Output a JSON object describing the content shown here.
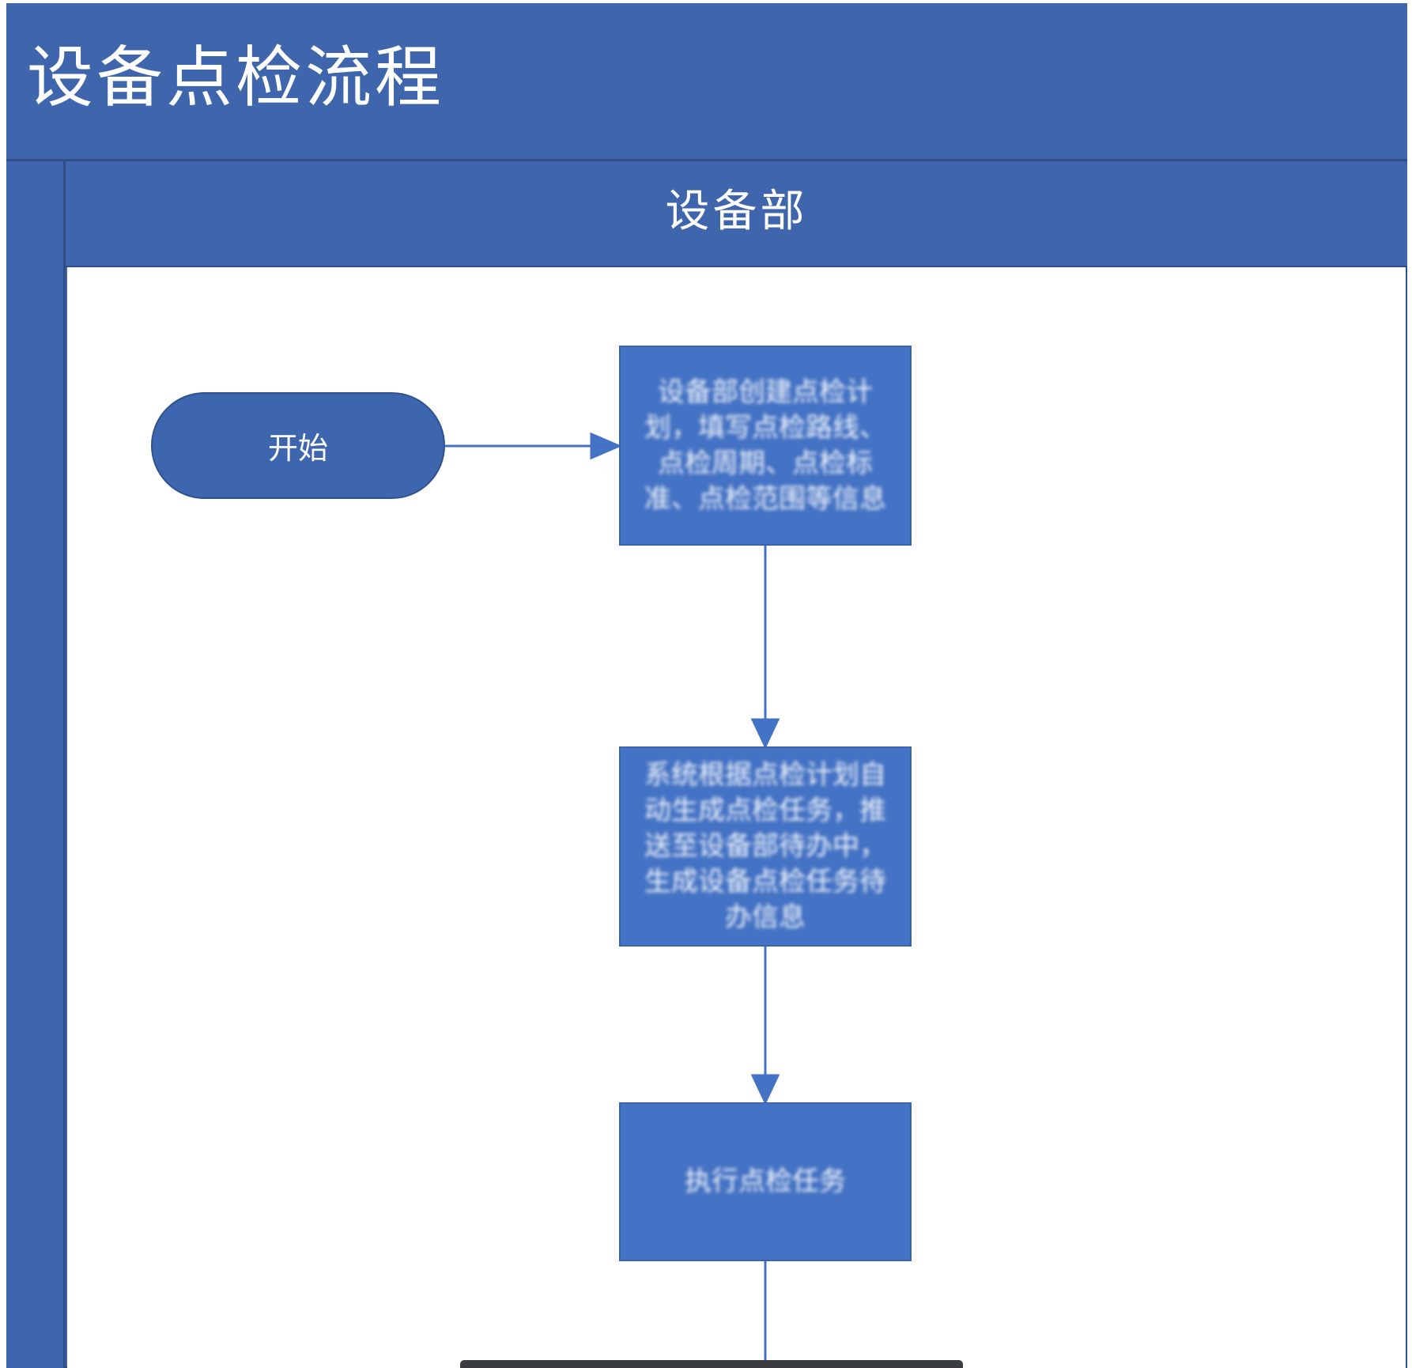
{
  "diagram": {
    "title": "设备点检流程",
    "lane": {
      "header": "设备部"
    },
    "nodes": {
      "start": "开始",
      "step1": "设备部创建点检计划，填写点检路线、点检周期、点检标准、点检范围等信息",
      "step2": "系统根据点检计划自动生成点检任务，推送至设备部待办中，生成设备点检任务待办信息",
      "step3": "执行点检任务"
    }
  },
  "colors": {
    "header_blue": "#3f66ad",
    "box_blue": "#4472c4",
    "connector": "#4472c4",
    "scrollbar": "#3a3c40"
  }
}
